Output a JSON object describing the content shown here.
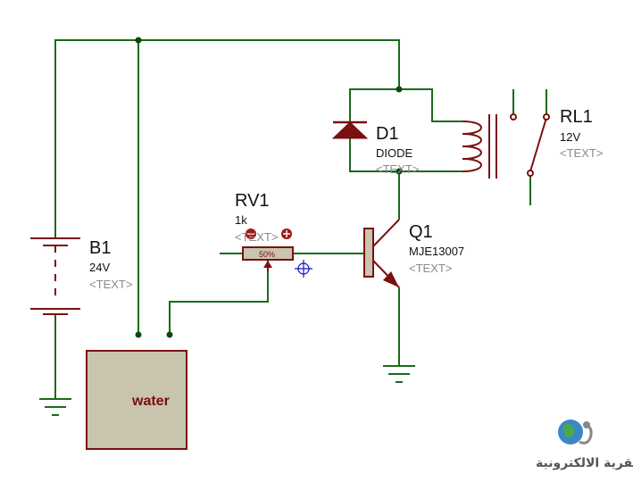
{
  "colors": {
    "wire": "#1a6b1a",
    "component": "#7a1010",
    "junction": "#0a4a0a",
    "tank_fill": "#c8c4ae",
    "pot_fill": "#c8c4ae",
    "probe": "#1010c0"
  },
  "components": {
    "battery": {
      "ref": "B1",
      "value": "24V",
      "text": "<TEXT>"
    },
    "diode": {
      "ref": "D1",
      "value": "DIODE",
      "text": "<TEXT>"
    },
    "relay": {
      "ref": "RL1",
      "value": "12V",
      "text": "<TEXT>"
    },
    "pot": {
      "ref": "RV1",
      "value": "1k",
      "text": "<TEXT>",
      "wiper": "50%"
    },
    "transistor": {
      "ref": "Q1",
      "value": "MJE13007",
      "text": "<TEXT>"
    },
    "tank": {
      "label": "water"
    }
  },
  "logo": {
    "text": "القرية الالكترونية"
  }
}
